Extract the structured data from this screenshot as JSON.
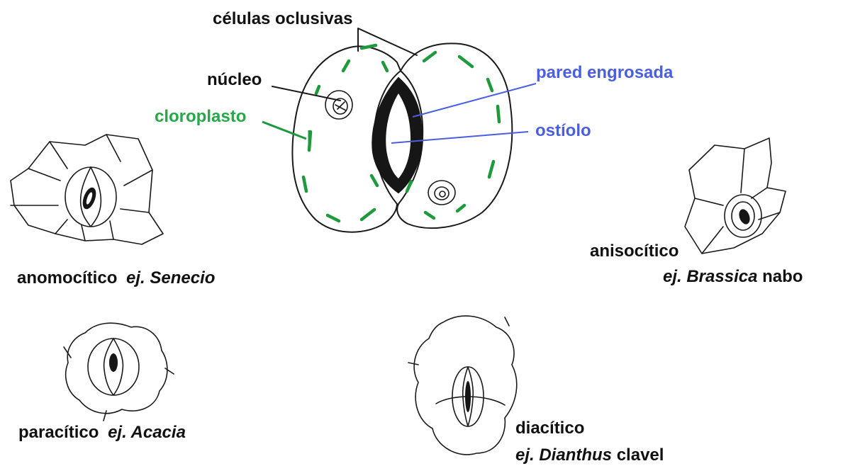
{
  "colors": {
    "label_black": "#111111",
    "label_blue": "#4a5fe0",
    "label_green": "#24a848",
    "chloroplast": "#1e9a3c",
    "ink": "#1a1a1a"
  },
  "labels": {
    "guard_cells": "células oclusivas",
    "nucleus": "núcleo",
    "chloroplast": "cloroplasto",
    "thickened_wall": "pared engrosada",
    "ostiole": "ostíolo"
  },
  "types": {
    "anomocytic": {
      "name": "anomocítico",
      "example": "ej. Senecio",
      "extra": ""
    },
    "anisocytic": {
      "name": "anisocítico",
      "example": "ej. Brassica",
      "extra": " nabo"
    },
    "paracytic": {
      "name": "paracítico",
      "example": "ej. Acacia",
      "extra": ""
    },
    "diacytic": {
      "name": "diacítico",
      "example": "ej. Dianthus",
      "extra": " clavel"
    }
  }
}
